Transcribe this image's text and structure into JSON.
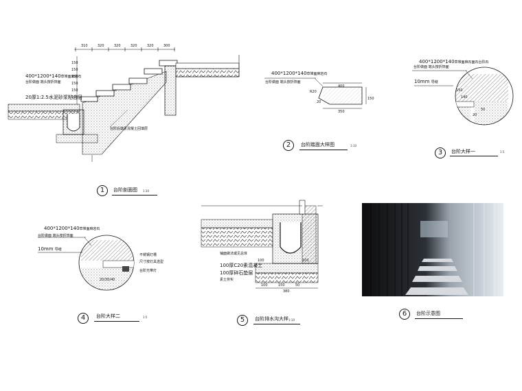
{
  "detail1": {
    "dims_top": [
      "310",
      "320",
      "320",
      "320",
      "320",
      "300"
    ],
    "dims_left": [
      "150",
      "150",
      "150",
      "150",
      "150",
      "150"
    ],
    "spec": "400*1200*140",
    "spec_suffix": "草堆面麻岩石",
    "note_finish": "台阶做面  端头按折饰面",
    "note_mortar": "20厚1:2.5水泥砂浆粘合层",
    "note_concrete": "台阶后填素混凝土回填层",
    "caption": "台阶剖面图",
    "scale": "1:30",
    "number": "1"
  },
  "detail2": {
    "spec": "400*1200*140",
    "spec_suffix": "草堆面麻岩石",
    "note": "台阶做面  端头按折饰面",
    "dim_400": "400",
    "dim_350": "350",
    "dim_150": "150",
    "dim_r20": "R20",
    "dim_20": "20",
    "caption": "台阶踏面大样图",
    "scale": "1:10",
    "number": "2"
  },
  "detail3": {
    "spec": "400*1200*140",
    "spec_suffix": "草堆面麻石面石台阶石",
    "note": "台阶做面  端头按折饰面",
    "label_10mm": "10mm",
    "label_10mm_suffix": "导缝",
    "dim_a": "150",
    "dim_b": "140",
    "dim_c": "50",
    "dim_d": "20",
    "caption": "台阶大样一",
    "scale": "1:5",
    "number": "3"
  },
  "detail4": {
    "spec": "400*1200*140",
    "spec_suffix": "草堆面麻岩石",
    "note": "台阶做面  端头按折饰面",
    "label_10mm": "10mm",
    "label_10mm_suffix": "导缝",
    "label_steel": "不锈钢灯槽",
    "label_light": "尺寸按灯具选型",
    "label_led": "台阶光带灯",
    "dims": "20/30/40",
    "caption": "台阶大样二",
    "scale": "1:5",
    "number": "4"
  },
  "detail5": {
    "label_finish": "铺面做法或见总体",
    "label_c20": "100厚C20素混凝土",
    "label_gravel": "100厚碎石垫层",
    "label_soil": "素土夯实",
    "dim_100a": "100",
    "dim_100b": "100",
    "dim_150": "150",
    "dim_50": "50",
    "dim_100c": "100",
    "dim_380": "380",
    "caption": "台阶排水沟大样",
    "scale": "1:10",
    "number": "5"
  },
  "detail6": {
    "caption": "台阶示意图",
    "number": "6"
  }
}
